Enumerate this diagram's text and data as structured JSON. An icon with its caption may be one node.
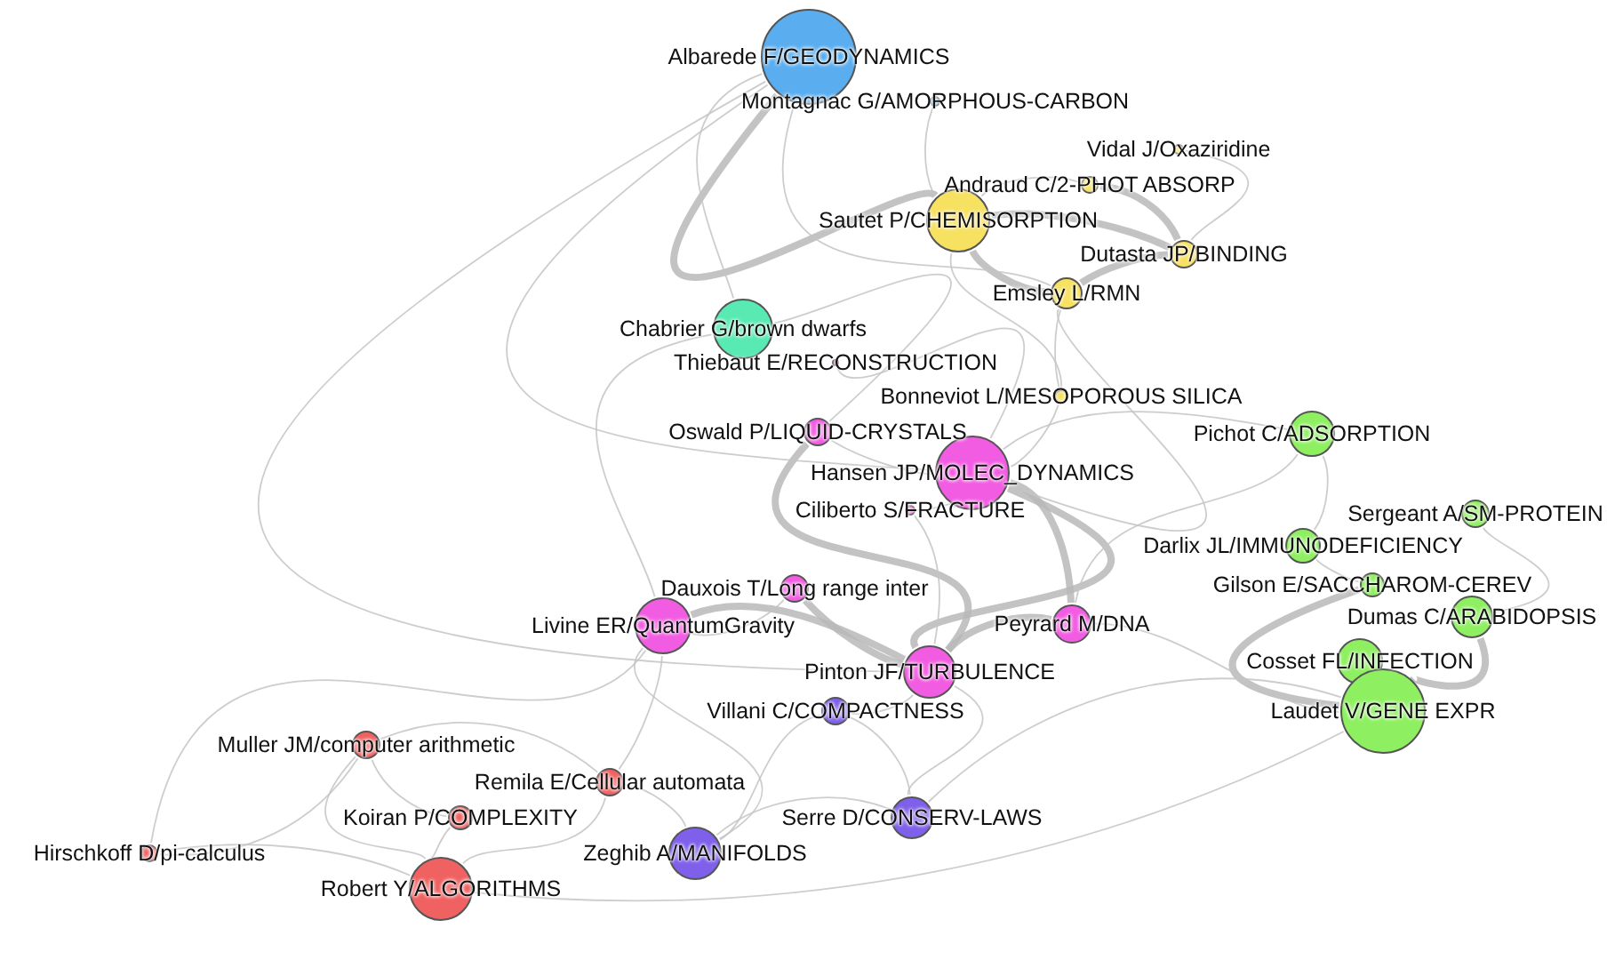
{
  "diagram": {
    "nodes": [
      {
        "text": [
          "Albarede F/GEODYNAMICS"
        ]
      },
      {
        "text": [
          "Montagnac G/AMORPHOUS-CARBON"
        ]
      },
      {
        "text": [
          "Vidal J/Oxaziridine"
        ]
      },
      {
        "text": [
          "Andraud C/2-PHOT ABSORP"
        ]
      },
      {
        "text": [
          "Sautet P/CHEMISORPTION"
        ]
      },
      {
        "text": [
          "Dutasta JP/BINDING"
        ]
      },
      {
        "text": [
          "Emsley L/RMN"
        ]
      },
      {
        "text": [
          "Chabrier G/brown dwarfs"
        ]
      },
      {
        "text": [
          "Thiebaut E/RECONSTRUCTION"
        ]
      },
      {
        "text": [
          "Bonneviot L/MESOPOROUS SILICA"
        ]
      },
      {
        "text": [
          "Oswald P/LIQUID-CRYSTALS"
        ]
      },
      {
        "text": [
          "Pichot C/ADSORPTION"
        ]
      },
      {
        "text": [
          "Hansen JP/MOLEC_DYNAMICS"
        ]
      },
      {
        "text": [
          "Ciliberto S/FRACTURE"
        ]
      },
      {
        "text": [
          "Sergeant A/SM-PROTEIN"
        ]
      },
      {
        "text": [
          "Darlix JL/IMMUNODEFICIENCY"
        ]
      },
      {
        "text": [
          "Dauxois T/Long range inter"
        ]
      },
      {
        "text": [
          "Gilson E/SACCHAROM-CEREV"
        ]
      },
      {
        "text": [
          "Livine ER/QuantumGravity"
        ]
      },
      {
        "text": [
          "Dumas C/ARABIDOPSIS"
        ]
      },
      {
        "text": [
          "Peyrard M/DNA"
        ]
      },
      {
        "text": [
          "Pinton JF/TURBULENCE"
        ]
      },
      {
        "text": [
          "Cosset FL/INFECTION"
        ]
      },
      {
        "text": [
          "Laudet V/GENE EXPR"
        ]
      },
      {
        "text": [
          "Villani C/COMPACTNESS"
        ]
      },
      {
        "text": [
          "Muller JM/computer arithmetic"
        ]
      },
      {
        "text": [
          "Remila E/Cellular automata"
        ]
      },
      {
        "text": [
          "Koiran P/COMPLEXITY"
        ]
      },
      {
        "text": [
          "Serre D/CONSERV-LAWS"
        ]
      },
      {
        "text": [
          "Hirschkoff D/pi-calculus"
        ]
      },
      {
        "text": [
          "Zeghib A/MANIFOLDS"
        ]
      },
      {
        "text": [
          "Robert Y/ALGORITHMS"
        ]
      }
    ],
    "edges": [
      {
        "from": 4,
        "to": 5,
        "arrow": "none",
        "style": "thick"
      },
      {
        "from": 4,
        "to": 6,
        "arrow": "none",
        "style": "thick"
      },
      {
        "from": 3,
        "to": 5,
        "arrow": "none",
        "style": "thick"
      },
      {
        "from": 5,
        "to": 6,
        "arrow": "none",
        "style": "thick"
      },
      {
        "from": 12,
        "to": 21,
        "arrow": "none",
        "style": "thick"
      },
      {
        "from": 20,
        "to": 21,
        "arrow": "none",
        "style": "thick"
      },
      {
        "from": 17,
        "to": 23,
        "arrow": "none",
        "style": "thick"
      },
      {
        "from": 19,
        "to": 23,
        "arrow": "none",
        "style": "thick"
      },
      {
        "from": 12,
        "to": 20,
        "arrow": "none",
        "style": "thick"
      },
      {
        "from": 16,
        "to": 21,
        "arrow": "none",
        "style": "thick"
      },
      {
        "from": 18,
        "to": 21,
        "arrow": "none",
        "style": "thick"
      },
      {
        "from": 10,
        "to": 21,
        "arrow": "none",
        "style": "thick"
      },
      {
        "from": 0,
        "to": 4,
        "arrow": "none",
        "style": "thick"
      },
      {
        "from": 0,
        "to": 7,
        "arrow": "none"
      },
      {
        "from": 0,
        "to": 12,
        "arrow": "none"
      },
      {
        "from": 0,
        "to": 6,
        "arrow": "none"
      },
      {
        "from": 0,
        "to": 21,
        "arrow": "none"
      },
      {
        "from": 1,
        "to": 4,
        "arrow": "none"
      },
      {
        "from": 2,
        "to": 5,
        "arrow": "none"
      },
      {
        "from": 3,
        "to": 4,
        "arrow": "none"
      },
      {
        "from": 4,
        "to": 9,
        "arrow": "none"
      },
      {
        "from": 6,
        "to": 9,
        "arrow": "none"
      },
      {
        "from": 6,
        "to": 12,
        "arrow": "none"
      },
      {
        "from": 7,
        "to": 18,
        "arrow": "none"
      },
      {
        "from": 7,
        "to": 10,
        "arrow": "none"
      },
      {
        "from": 8,
        "to": 12,
        "arrow": "none"
      },
      {
        "from": 9,
        "to": 12,
        "arrow": "none"
      },
      {
        "from": 10,
        "to": 12,
        "arrow": "none"
      },
      {
        "from": 11,
        "to": 15,
        "arrow": "none"
      },
      {
        "from": 11,
        "to": 12,
        "arrow": "none"
      },
      {
        "from": 13,
        "to": 21,
        "arrow": "none"
      },
      {
        "from": 13,
        "to": 12,
        "arrow": "none"
      },
      {
        "from": 14,
        "to": 19,
        "arrow": "none"
      },
      {
        "from": 15,
        "to": 17,
        "arrow": "none"
      },
      {
        "from": 16,
        "to": 18,
        "arrow": "none"
      },
      {
        "from": 18,
        "to": 30,
        "arrow": "none"
      },
      {
        "from": 20,
        "to": 23,
        "arrow": "none"
      },
      {
        "from": 20,
        "to": 11,
        "arrow": "none"
      },
      {
        "from": 21,
        "to": 24,
        "arrow": "none"
      },
      {
        "from": 21,
        "to": 28,
        "arrow": "none"
      },
      {
        "from": 24,
        "to": 28,
        "arrow": "none"
      },
      {
        "from": 24,
        "to": 30,
        "arrow": "none"
      },
      {
        "from": 25,
        "to": 31,
        "arrow": "none"
      },
      {
        "from": 25,
        "to": 27,
        "arrow": "none"
      },
      {
        "from": 25,
        "to": 26,
        "arrow": "none"
      },
      {
        "from": 26,
        "to": 31,
        "arrow": "none"
      },
      {
        "from": 26,
        "to": 30,
        "arrow": "none"
      },
      {
        "from": 27,
        "to": 31,
        "arrow": "none"
      },
      {
        "from": 29,
        "to": 31,
        "arrow": "none"
      },
      {
        "from": 29,
        "to": 25,
        "arrow": "none"
      },
      {
        "from": 30,
        "to": 28,
        "arrow": "none"
      },
      {
        "from": 31,
        "to": 23,
        "arrow": "none"
      },
      {
        "from": 28,
        "to": 23,
        "arrow": "none"
      },
      {
        "from": 29,
        "to": 18,
        "arrow": "none"
      },
      {
        "from": 18,
        "to": 26,
        "arrow": "none"
      }
    ]
  }
}
